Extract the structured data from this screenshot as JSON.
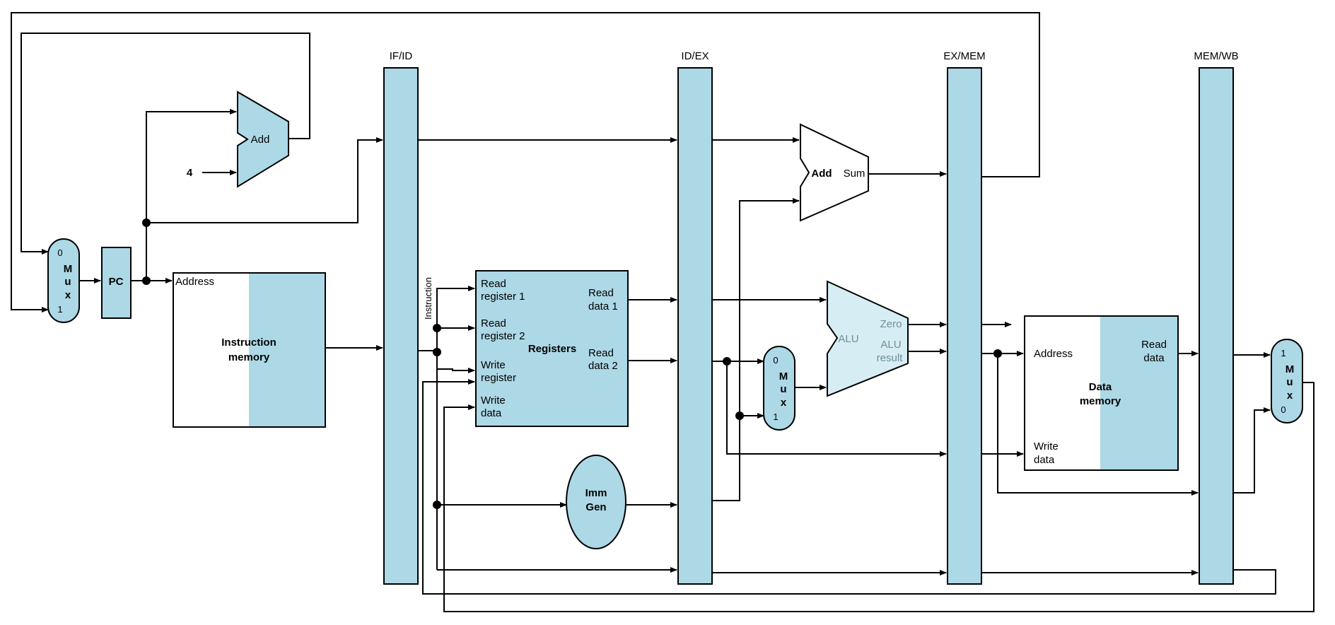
{
  "pipeline_registers": {
    "if_id": "IF/ID",
    "id_ex": "ID/EX",
    "ex_mem": "EX/MEM",
    "mem_wb": "MEM/WB"
  },
  "pc": {
    "label": "PC"
  },
  "constant_four": "4",
  "pc_adder": {
    "label": "Add"
  },
  "branch_adder": {
    "label": "Add",
    "sum": "Sum"
  },
  "mux_pc": {
    "top": "0",
    "m": "M",
    "u": "u",
    "x": "x",
    "bottom": "1"
  },
  "mux_alu": {
    "top": "0",
    "m": "M",
    "u": "u",
    "x": "x",
    "bottom": "1"
  },
  "mux_wb": {
    "top": "1",
    "m": "M",
    "u": "u",
    "x": "x",
    "bottom": "0"
  },
  "instruction_memory": {
    "address": "Address",
    "title_line1": "Instruction",
    "title_line2": "memory"
  },
  "instruction_label": "Instruction",
  "registers": {
    "read_reg1_line1": "Read",
    "read_reg1_line2": "register 1",
    "read_reg2_line1": "Read",
    "read_reg2_line2": "register 2",
    "write_reg_line1": "Write",
    "write_reg_line2": "register",
    "write_data_line1": "Write",
    "write_data_line2": "data",
    "title": "Registers",
    "read_data1_line1": "Read",
    "read_data1_line2": "data 1",
    "read_data2_line1": "Read",
    "read_data2_line2": "data 2"
  },
  "imm_gen": {
    "line1": "Imm",
    "line2": "Gen"
  },
  "alu": {
    "label": "ALU",
    "zero": "Zero",
    "result_line1": "ALU",
    "result_line2": "result"
  },
  "data_memory": {
    "address": "Address",
    "read_line1": "Read",
    "read_line2": "data",
    "title_line1": "Data",
    "title_line2": "memory",
    "write_line1": "Write",
    "write_line2": "data"
  },
  "colors": {
    "block_fill": "#add8e6",
    "alu_fill": "#d6edf4",
    "wire": "#000000",
    "background": "#ffffff"
  }
}
